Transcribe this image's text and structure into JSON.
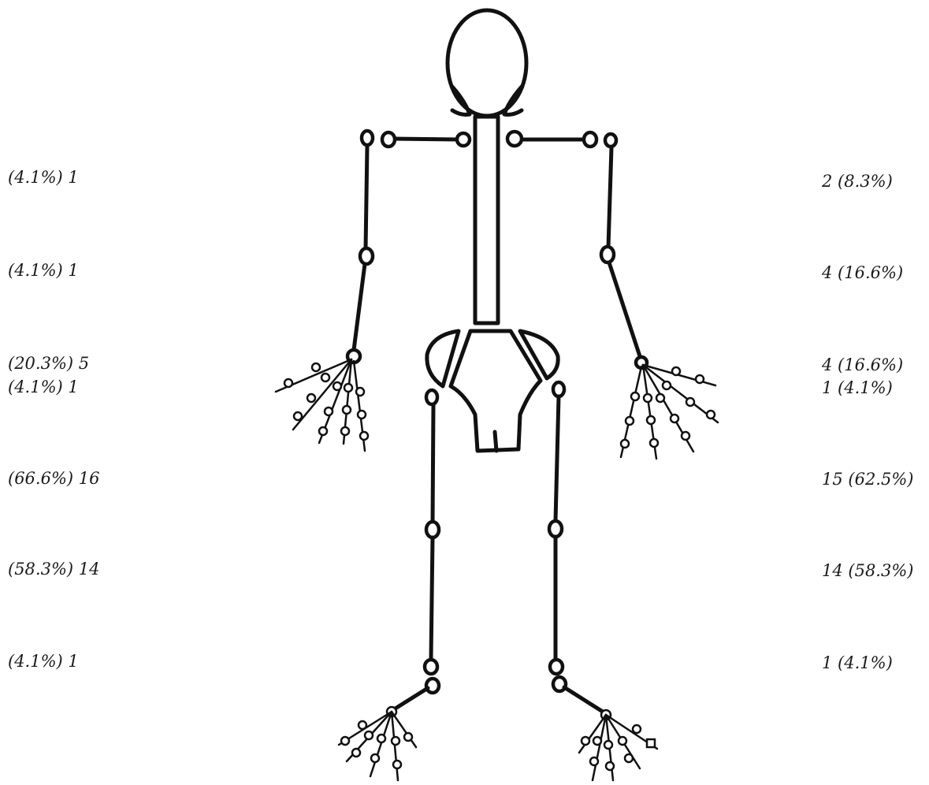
{
  "figure": {
    "left_labels": [
      {
        "id": "left-shoulder",
        "text": "(4.1%) 1"
      },
      {
        "id": "left-elbow",
        "text": "(4.1%) 1"
      },
      {
        "id": "left-wrist",
        "text": "(20.3%) 5"
      },
      {
        "id": "left-hand",
        "text": "(4.1%) 1"
      },
      {
        "id": "left-hip",
        "text": "(66.6%) 16"
      },
      {
        "id": "left-knee",
        "text": "(58.3%) 14"
      },
      {
        "id": "left-ankle",
        "text": "(4.1%) 1"
      }
    ],
    "right_labels": [
      {
        "id": "right-shoulder",
        "text": "2 (8.3%)"
      },
      {
        "id": "right-elbow",
        "text": "4 (16.6%)"
      },
      {
        "id": "right-wrist",
        "text": "4 (16.6%)"
      },
      {
        "id": "right-hand",
        "text": "1 (4.1%)"
      },
      {
        "id": "right-hip",
        "text": "15 (62.5%)"
      },
      {
        "id": "right-knee",
        "text": "14 (58.3%)"
      },
      {
        "id": "right-ankle",
        "text": "1 (4.1%)"
      }
    ]
  }
}
